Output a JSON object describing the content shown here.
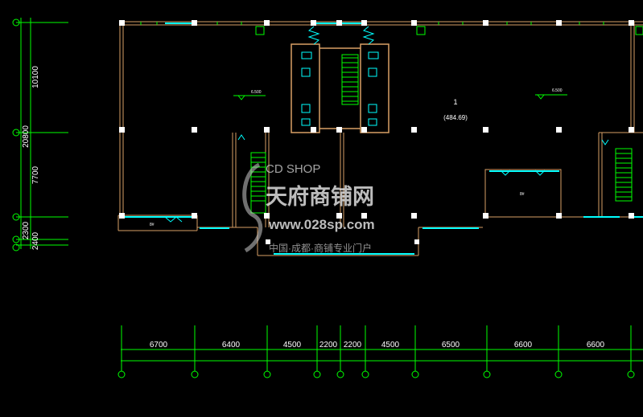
{
  "drawing": {
    "room_number": "1",
    "room_area": "(484.69)",
    "elevation_left": "6.500",
    "elevation_right": "6.500",
    "tag_small_left": "8#",
    "tag_small_mid": "8#"
  },
  "dimensions_bottom": [
    "6700",
    "6400",
    "4500",
    "2200",
    "2200",
    "4500",
    "6500",
    "6600",
    "6600"
  ],
  "dimensions_left": [
    "10100",
    "20800",
    "7700",
    "2400",
    "2300"
  ],
  "watermark": {
    "brand_en": "CD SHOP",
    "brand_cn": "天府商铺网",
    "url": "www.028sp.com",
    "slogan": "中国·成都·商铺专业门户"
  },
  "colors": {
    "background": "#000000",
    "wall": "#d9a066",
    "dimension": "#00ff00",
    "window": "#00ffff",
    "column": "#ffffff"
  }
}
